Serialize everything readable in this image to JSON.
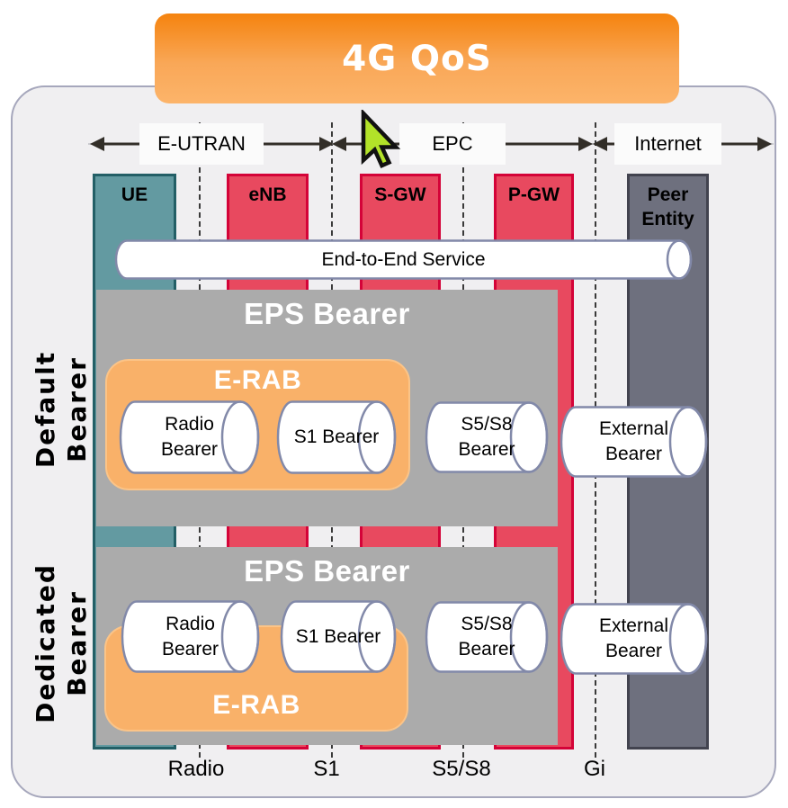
{
  "banner": {
    "title": "4G QoS"
  },
  "segments": {
    "eutran": "E-UTRAN",
    "epc": "EPC",
    "internet": "Internet"
  },
  "columns": [
    {
      "label": "UE"
    },
    {
      "label": "eNB"
    },
    {
      "label": "S-GW"
    },
    {
      "label": "P-GW"
    },
    {
      "label": "Peer Entity"
    }
  ],
  "end_to_end_label": "End-to-End Service",
  "sections": [
    {
      "row_label_lines": [
        "Default",
        "Bearer"
      ],
      "eps_label": "EPS Bearer",
      "erab_label": "E-RAB",
      "cylinders": [
        {
          "label": "Radio Bearer"
        },
        {
          "label": "S1 Bearer"
        },
        {
          "label": "S5/S8 Bearer"
        },
        {
          "label": "External Bearer"
        }
      ]
    },
    {
      "row_label_lines": [
        "Dedicated",
        "Bearer"
      ],
      "eps_label": "EPS Bearer",
      "erab_label": "E-RAB",
      "cylinders": [
        {
          "label": "Radio Bearer"
        },
        {
          "label": "S1 Bearer"
        },
        {
          "label": "S5/S8 Bearer"
        },
        {
          "label": "External Bearer"
        }
      ]
    }
  ],
  "interfaces": [
    {
      "label": "Radio"
    },
    {
      "label": "S1"
    },
    {
      "label": "S5/S8"
    },
    {
      "label": "Gi"
    }
  ],
  "colors": {
    "banner_gradient_top": "#F5830E",
    "banner_gradient_bottom": "#FCB46A",
    "ue_fill": "#639AA1",
    "ue_border": "#235F66",
    "gateway_fill": "#E8495F",
    "gateway_border": "#D40338",
    "peer_fill": "#6E707E",
    "peer_border": "#42434F",
    "eps_gray": "#ABABAB",
    "erab_orange": "#F9B169",
    "cylinder_stroke": "#8289A9",
    "container_bg": "#F0EFF1",
    "cursor_green": "#B2E229"
  }
}
